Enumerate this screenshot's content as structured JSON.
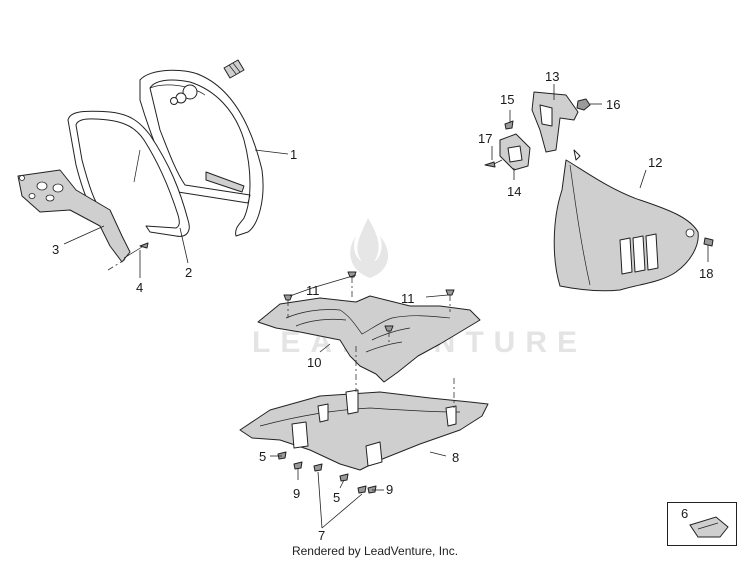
{
  "watermark": "LEADVENTURE",
  "footer_text": "Rendered by LeadVenture, Inc.",
  "callouts": {
    "c1": "1",
    "c2": "2",
    "c3": "3",
    "c4": "4",
    "c5a": "5",
    "c5b": "5",
    "c6": "6",
    "c7": "7",
    "c8": "8",
    "c9a": "9",
    "c9b": "9",
    "c10": "10",
    "c11a": "11",
    "c11b": "11",
    "c12": "12",
    "c13": "13",
    "c14": "14",
    "c15": "15",
    "c16": "16",
    "c17": "17",
    "c18": "18"
  }
}
